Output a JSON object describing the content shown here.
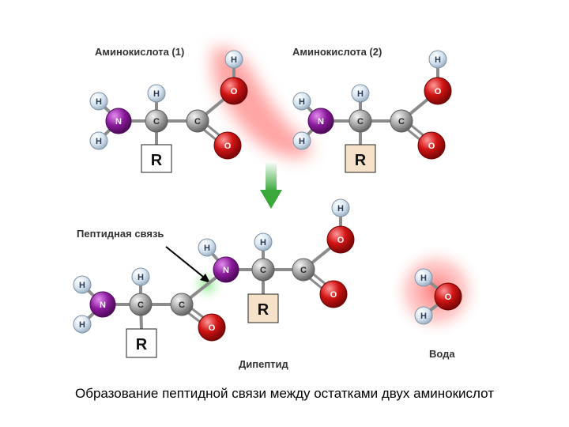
{
  "labels": {
    "amino_acid_1": "Аминокислота (1)",
    "amino_acid_2": "Аминокислота (2)",
    "peptide_bond": "Пептидная связь",
    "dipeptide": "Дипептид",
    "water": "Вода",
    "caption": "Образование пептидной связи между остатками двух аминокислот"
  },
  "atoms": {
    "H": "H",
    "N": "N",
    "C": "C",
    "O": "O",
    "R": "R"
  },
  "colors": {
    "hydrogen": "#dce8f2",
    "nitrogen": "#8a1a9a",
    "carbon": "#a8a8a8",
    "oxygen": "#d21414",
    "highlight_red": "#ff4a4a",
    "highlight_green": "#7ee87e",
    "arrow_green": "#3aa83a",
    "r_box_1": "#ffffff",
    "r_box_2": "#f6e2c8"
  }
}
